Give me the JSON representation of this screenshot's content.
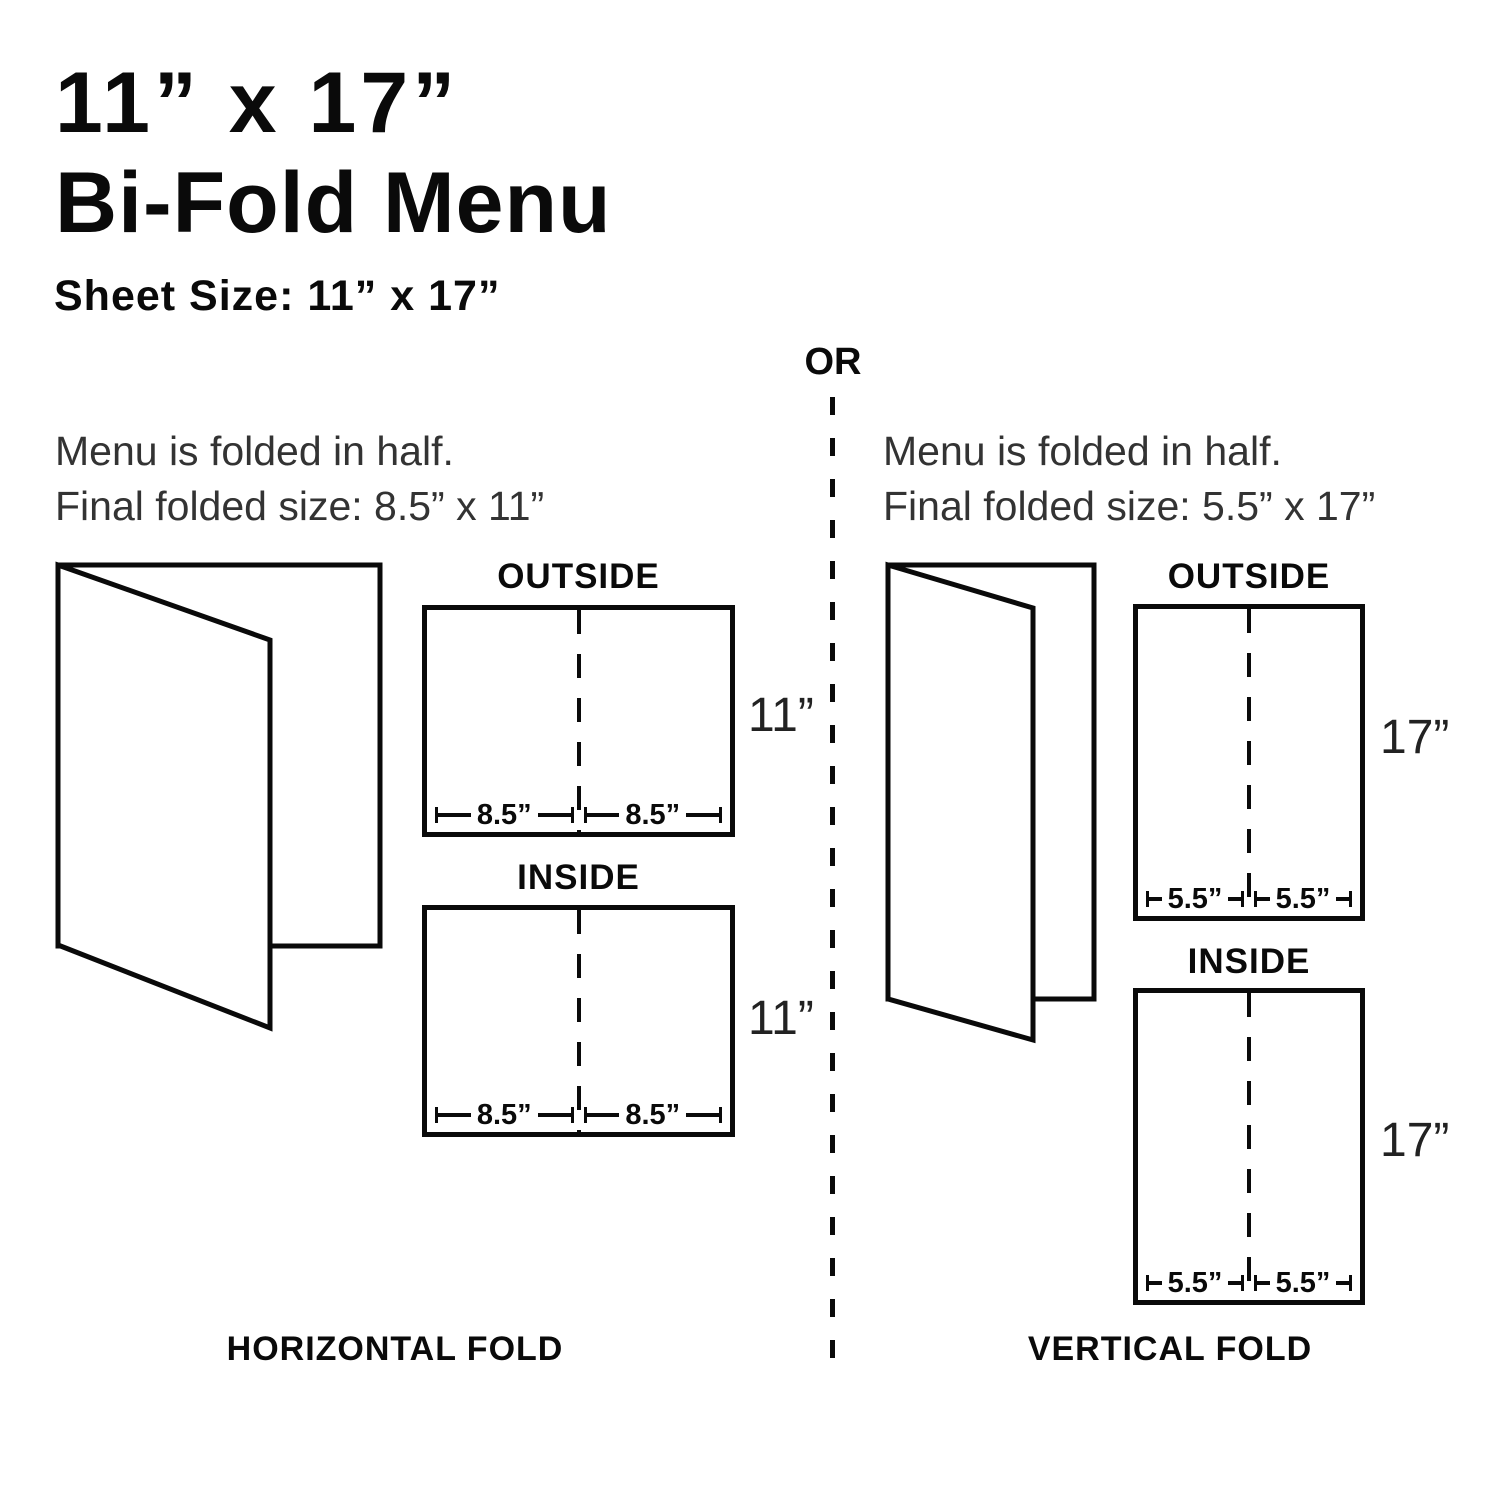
{
  "colors": {
    "ink": "#0a0a0a",
    "background": "#ffffff"
  },
  "header": {
    "title_line1": "11” x 17”",
    "title_line2": "Bi-Fold Menu",
    "subtitle": "Sheet Size: 11” x 17”"
  },
  "divider": {
    "or_label": "OR"
  },
  "horizontal_fold": {
    "description_line1": "Menu is folded in half.",
    "description_line2": "Final folded size: 8.5” x 11”",
    "outside_label": "OUTSIDE",
    "inside_label": "INSIDE",
    "sheet_height": "11”",
    "panel_width": "8.5”",
    "fold_type_label": "HORIZONTAL FOLD",
    "illustration_icon": "folded-menu-horizontal-icon"
  },
  "vertical_fold": {
    "description_line1": "Menu is folded in half.",
    "description_line2": "Final folded size: 5.5” x 17”",
    "outside_label": "OUTSIDE",
    "inside_label": "INSIDE",
    "sheet_height": "17”",
    "panel_width": "5.5”",
    "fold_type_label": "VERTICAL FOLD",
    "illustration_icon": "folded-menu-vertical-icon"
  }
}
